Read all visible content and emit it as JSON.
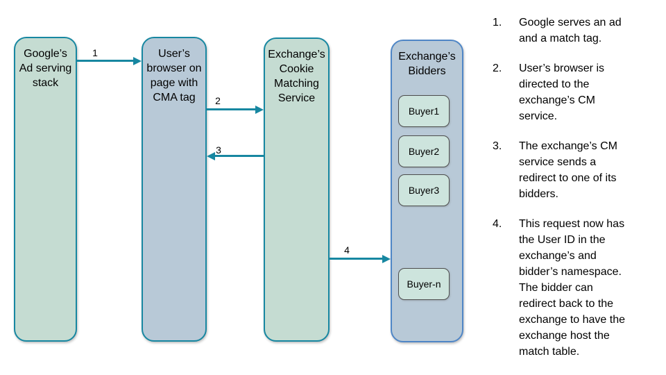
{
  "diagram": {
    "colors": {
      "accent_teal": "#1787a1",
      "node_green_fill": "#c5dcd2",
      "node_blue_fill": "#b8c9d7",
      "buyer_fill": "#cde4dd",
      "buyer_border": "#4d4d4d",
      "bidders_border": "#4f86c6",
      "arrow": "#1787a1",
      "text": "#000000"
    },
    "nodes": [
      {
        "id": "google-ad-stack",
        "label": "Google’s\nAd serving\nstack"
      },
      {
        "id": "user-browser",
        "label": "User’s\nbrowser on\npage with\nCMA tag"
      },
      {
        "id": "cookie-matching-service",
        "label": "Exchange’s\nCookie\nMatching\nService"
      },
      {
        "id": "exchange-bidders",
        "label": "Exchange’s\nBidders",
        "buyers": [
          "Buyer1",
          "Buyer2",
          "Buyer3",
          "Buyer-n"
        ]
      }
    ],
    "arrows": [
      {
        "label": "1",
        "from": "google-ad-stack",
        "to": "user-browser",
        "direction": "right"
      },
      {
        "label": "2",
        "from": "user-browser",
        "to": "cookie-matching-service",
        "direction": "right"
      },
      {
        "label": "3",
        "from": "cookie-matching-service",
        "to": "user-browser",
        "direction": "left"
      },
      {
        "label": "4",
        "from": "cookie-matching-service",
        "to": "exchange-bidders",
        "direction": "right"
      }
    ]
  },
  "steps": [
    {
      "number": "1.",
      "text": "Google serves an ad\nand a match tag."
    },
    {
      "number": "2.",
      "text": "User’s browser is\ndirected to the\nexchange’s CM\nservice."
    },
    {
      "number": "3.",
      "text": "The exchange’s CM\nservice sends a\nredirect to one of its\nbidders."
    },
    {
      "number": "4.",
      "text": "This request now has\nthe User ID in the\nexchange’s and\nbidder’s namespace.\nThe bidder can\nredirect back to the\nexchange to have the\nexchange host the\nmatch table."
    }
  ]
}
